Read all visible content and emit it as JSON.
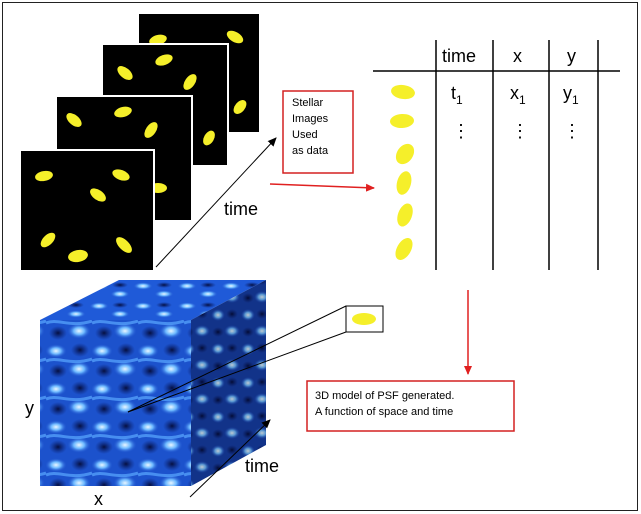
{
  "stellar_box": {
    "lines": [
      "Stellar",
      "Images",
      "Used",
      "as data"
    ]
  },
  "time_label_top": "time",
  "table": {
    "headers": [
      "time",
      "x",
      "y"
    ],
    "row1": [
      "t",
      "x",
      "y"
    ],
    "row1_sub": "1",
    "ellipsis": "⋮"
  },
  "model_box": {
    "line1": "3D model of PSF generated.",
    "line2": "A function of space and time"
  },
  "cube_axis": {
    "x": "x",
    "y": "y",
    "time": "time"
  },
  "colors": {
    "frame_bg": "#000000",
    "star": "#f5ef2a",
    "arrow_red": "#e02020",
    "box_border": "#d42020",
    "cube_dark": "#0a1e6e",
    "cube_mid": "#1a4fd0",
    "cube_light": "#8fd0ff"
  }
}
